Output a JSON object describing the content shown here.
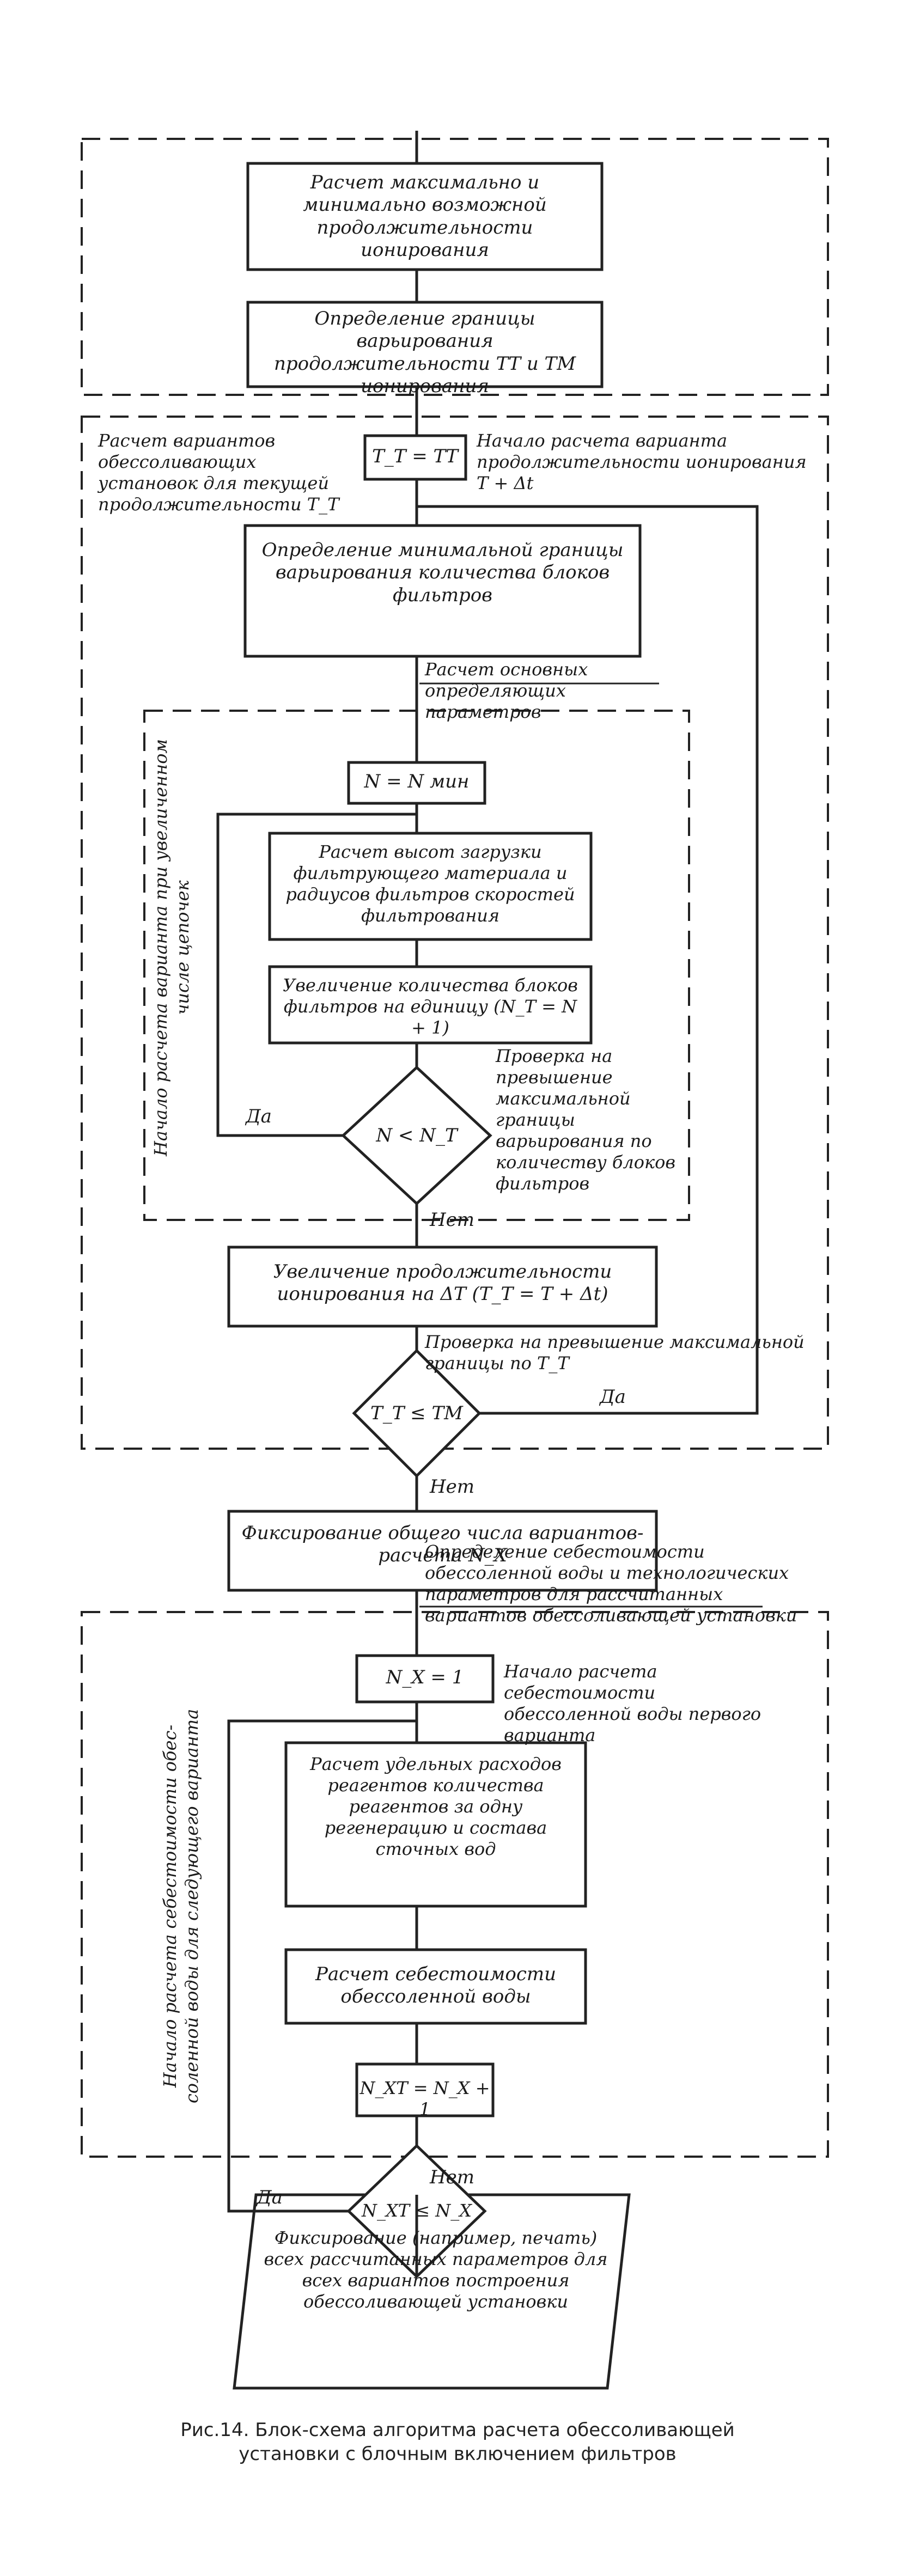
{
  "blocks": {
    "b1": "Расчет максимально и минимально возможной продолжительности ионирования",
    "b2": "Определение границы варьирования продолжительности ТТ и ТМ ионирования",
    "b3": "Т_Т = ТТ",
    "b4": "Определение минимальной границы варьирования количества блоков фильтров",
    "b5": "N = N мин",
    "b6": "Расчет высот загрузки фильтрующего материала и радиусов фильтров скоростей фильтрования",
    "b7": "Увеличение количества блоков фильтров на единицу (N_Т = N + 1)",
    "d1": "N < N_Т",
    "b8": "Увеличение продолжительности ионирования на ΔТ (Т_Т = Т + Δt)",
    "d2": "Т_Т ≤ ТМ",
    "b9": "Фиксирование общего числа вариантов-расчета N_X",
    "b10": "N_X = 1",
    "b11": "Расчет удельных расходов реагентов количества реагентов за одну регенерацию и состава сточных вод",
    "b12": "Расчет себестоимости обессоленной воды",
    "b13": "N_XТ = N_X + 1",
    "d3": "N_XТ ≤ N_X",
    "b14": "Фиксирование (например, печать) всех рассчитанных параметров для всех вариантов построения обессоливающей установки"
  },
  "notes": {
    "n1": "Расчет вариантов обессоливающих установок для текущей продолжительности Т_Т",
    "n2": "Начало расчета варианта продолжительности ионирования Т + Δt",
    "n3": "Расчет основных определяющих параметров",
    "n4": "Проверка на превышение максимальной границы варьирования по количеству блоков фильтров",
    "n5": "Проверка на превышение максимальной границы по Т_Т",
    "n6": "Определение себестоимости обессоленной воды и технологических параметров для рассчитанных вариантов обессоливающей установки",
    "n7": "Начало расчета себестоимости обессоленной воды первого варианта"
  },
  "vertical": {
    "v1_line1": "Начало расчета варианта при увеличенном",
    "v1_line2": "числе цепочек",
    "v2_line1": "Начало расчета себестоимости обес-",
    "v2_line2": "соленной воды для следующего варианта"
  },
  "labels": {
    "yes1": "Да",
    "yes2": "Да",
    "yes3": "Да",
    "no1": "Нет",
    "no2": "Нет",
    "no3": "Нет"
  },
  "caption": {
    "line1": "Рис.14. Блок-схема алгоритма расчета обессоливающей",
    "line2": "установки с блочным включением фильтров"
  }
}
